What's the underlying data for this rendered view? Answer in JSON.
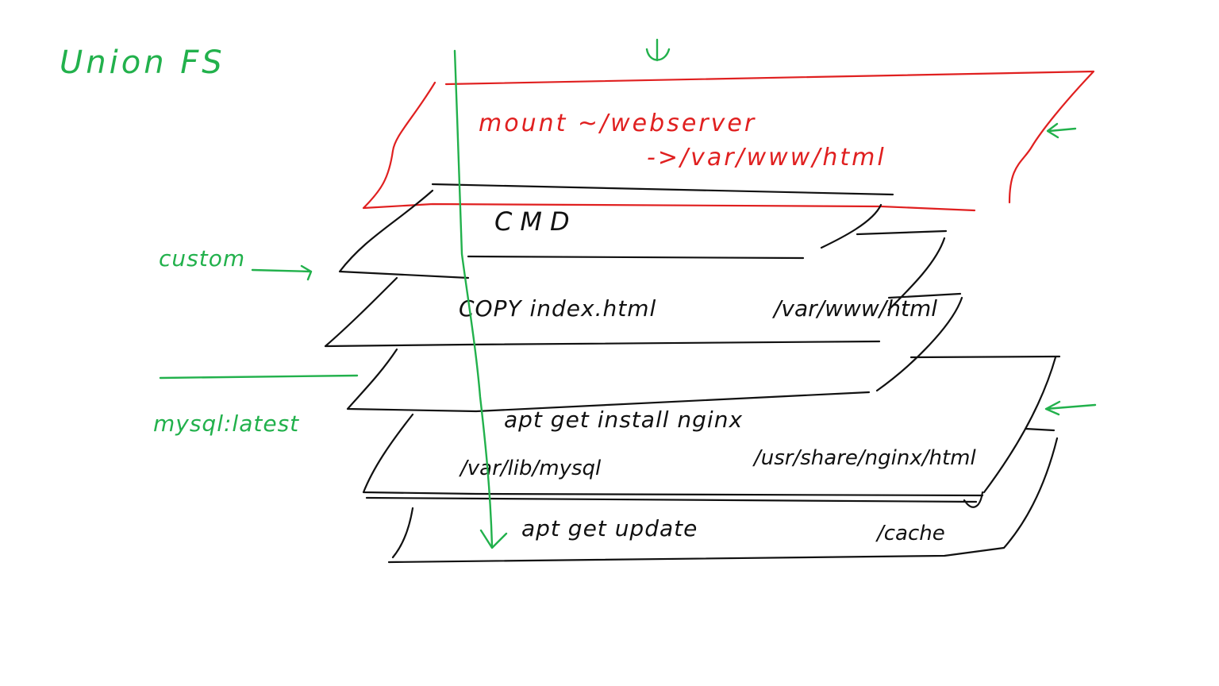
{
  "title": "Union FS",
  "labels": {
    "custom": "custom",
    "mysql_latest": "mysql:latest"
  },
  "container_layer": {
    "line1": "mount   ~/webserver",
    "line2": "->/var/www/html"
  },
  "layers": [
    {
      "id": "cmd",
      "text_left": "CMD",
      "text_right": ""
    },
    {
      "id": "copy",
      "text_left": "COPY   index.html",
      "text_right": "/var/www/html"
    },
    {
      "id": "empty",
      "text_left": "",
      "text_right": ""
    },
    {
      "id": "nginx",
      "text_left": "apt get install nginx",
      "text_right": ""
    },
    {
      "id": "mysql",
      "text_left": "/var/lib/mysql",
      "text_right": "/usr/share/nginx/html"
    },
    {
      "id": "update",
      "text_left": "apt get   update",
      "text_right": "/cache"
    }
  ],
  "colors": {
    "annotation": "#22b14c",
    "container": "#e02020",
    "layers": "#111111"
  },
  "icons": [
    "down-arrow-icon",
    "left-arrow-icon",
    "right-arrow-icon"
  ]
}
